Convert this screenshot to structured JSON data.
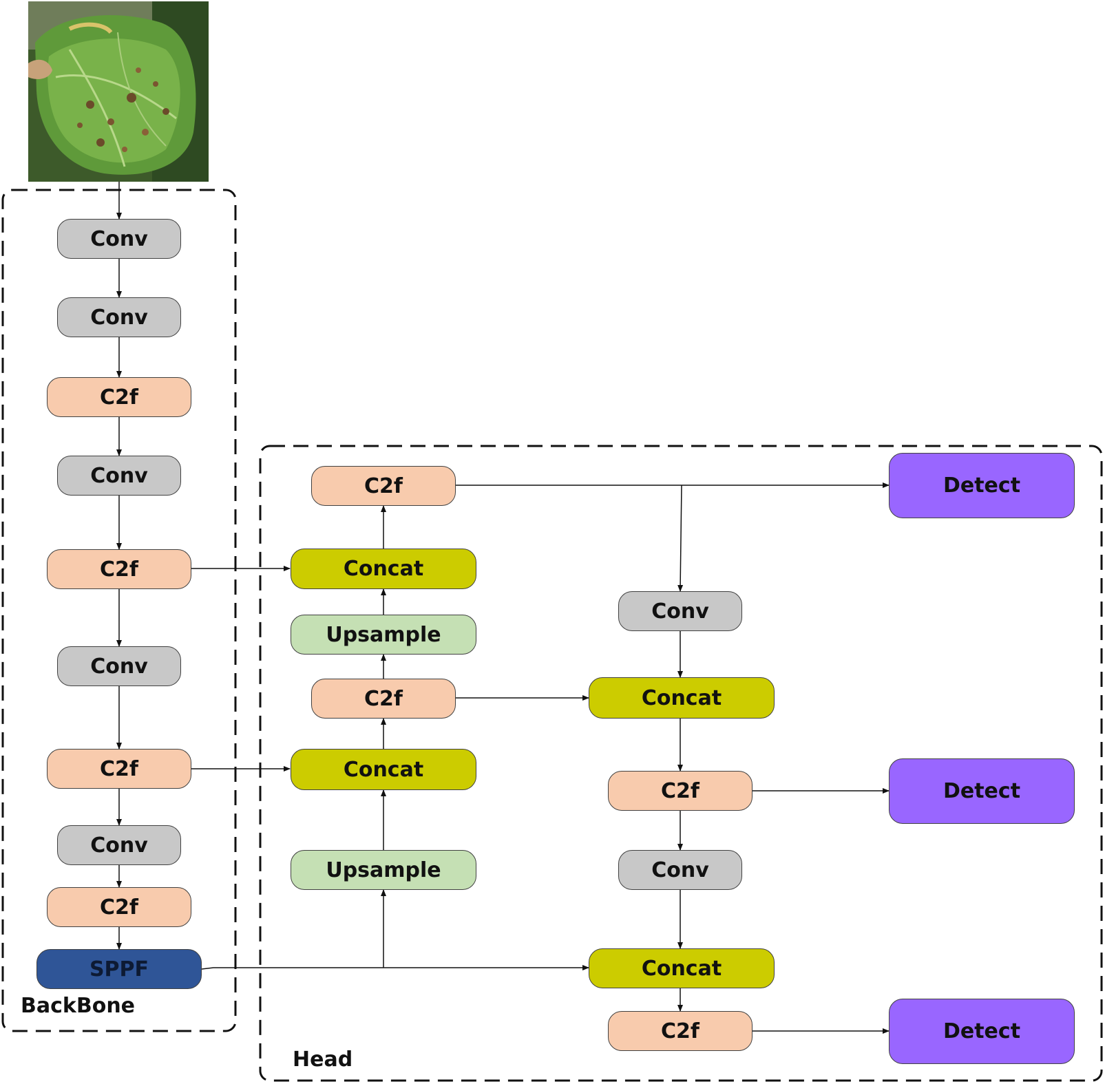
{
  "labels": {
    "backbone": "BackBone",
    "head": "Head"
  },
  "colors": {
    "conv": "#c8c8c8",
    "c2f": "#f8cbad",
    "sppf": "#2f5597",
    "concat": "#cccc00",
    "upsample": "#c5e0b4",
    "detect": "#9966ff"
  },
  "input_image": {
    "icon": "leaf-photo"
  },
  "nodes": [
    {
      "id": "bb-conv-1",
      "text": "Conv",
      "kind": "conv"
    },
    {
      "id": "bb-conv-2",
      "text": "Conv",
      "kind": "conv"
    },
    {
      "id": "bb-c2f-1",
      "text": "C2f",
      "kind": "c2f"
    },
    {
      "id": "bb-conv-3",
      "text": "Conv",
      "kind": "conv"
    },
    {
      "id": "bb-c2f-2",
      "text": "C2f",
      "kind": "c2f"
    },
    {
      "id": "bb-conv-4",
      "text": "Conv",
      "kind": "conv"
    },
    {
      "id": "bb-c2f-3",
      "text": "C2f",
      "kind": "c2f"
    },
    {
      "id": "bb-conv-5",
      "text": "Conv",
      "kind": "conv"
    },
    {
      "id": "bb-c2f-4",
      "text": "C2f",
      "kind": "c2f"
    },
    {
      "id": "bb-sppf",
      "text": "SPPF",
      "kind": "sppf"
    },
    {
      "id": "hd-c2f-top",
      "text": "C2f",
      "kind": "c2f"
    },
    {
      "id": "hd-concat-1",
      "text": "Concat",
      "kind": "concat"
    },
    {
      "id": "hd-upsample-1",
      "text": "Upsample",
      "kind": "upsample"
    },
    {
      "id": "hd-c2f-mid",
      "text": "C2f",
      "kind": "c2f"
    },
    {
      "id": "hd-concat-2",
      "text": "Concat",
      "kind": "concat"
    },
    {
      "id": "hd-upsample-2",
      "text": "Upsample",
      "kind": "upsample"
    },
    {
      "id": "hd-conv-1",
      "text": "Conv",
      "kind": "conv"
    },
    {
      "id": "hd-concat-3",
      "text": "Concat",
      "kind": "concat"
    },
    {
      "id": "hd-c2f-r1",
      "text": "C2f",
      "kind": "c2f"
    },
    {
      "id": "hd-conv-2",
      "text": "Conv",
      "kind": "conv"
    },
    {
      "id": "hd-concat-4",
      "text": "Concat",
      "kind": "concat"
    },
    {
      "id": "hd-c2f-r2",
      "text": "C2f",
      "kind": "c2f"
    },
    {
      "id": "detect-1",
      "text": "Detect",
      "kind": "detect"
    },
    {
      "id": "detect-2",
      "text": "Detect",
      "kind": "detect"
    },
    {
      "id": "detect-3",
      "text": "Detect",
      "kind": "detect"
    }
  ],
  "edges": [
    [
      "input",
      "bb-conv-1"
    ],
    [
      "bb-conv-1",
      "bb-conv-2"
    ],
    [
      "bb-conv-2",
      "bb-c2f-1"
    ],
    [
      "bb-c2f-1",
      "bb-conv-3"
    ],
    [
      "bb-conv-3",
      "bb-c2f-2"
    ],
    [
      "bb-c2f-2",
      "bb-conv-4"
    ],
    [
      "bb-conv-4",
      "bb-c2f-3"
    ],
    [
      "bb-c2f-3",
      "bb-conv-5"
    ],
    [
      "bb-conv-5",
      "bb-c2f-4"
    ],
    [
      "bb-c2f-4",
      "bb-sppf"
    ],
    [
      "bb-c2f-2",
      "hd-concat-1"
    ],
    [
      "bb-c2f-3",
      "hd-concat-2"
    ],
    [
      "bb-sppf",
      "hd-upsample-2"
    ],
    [
      "hd-upsample-2",
      "hd-concat-2"
    ],
    [
      "hd-concat-2",
      "hd-c2f-mid"
    ],
    [
      "hd-c2f-mid",
      "hd-upsample-1"
    ],
    [
      "hd-upsample-1",
      "hd-concat-1"
    ],
    [
      "hd-concat-1",
      "hd-c2f-top"
    ],
    [
      "hd-c2f-top",
      "detect-1"
    ],
    [
      "hd-c2f-top",
      "hd-conv-1"
    ],
    [
      "hd-conv-1",
      "hd-concat-3"
    ],
    [
      "hd-c2f-mid",
      "hd-concat-3"
    ],
    [
      "hd-concat-3",
      "hd-c2f-r1"
    ],
    [
      "hd-c2f-r1",
      "detect-2"
    ],
    [
      "hd-c2f-r1",
      "hd-conv-2"
    ],
    [
      "hd-conv-2",
      "hd-concat-4"
    ],
    [
      "bb-sppf",
      "hd-concat-4"
    ],
    [
      "hd-concat-4",
      "hd-c2f-r2"
    ],
    [
      "hd-c2f-r2",
      "detect-3"
    ]
  ]
}
